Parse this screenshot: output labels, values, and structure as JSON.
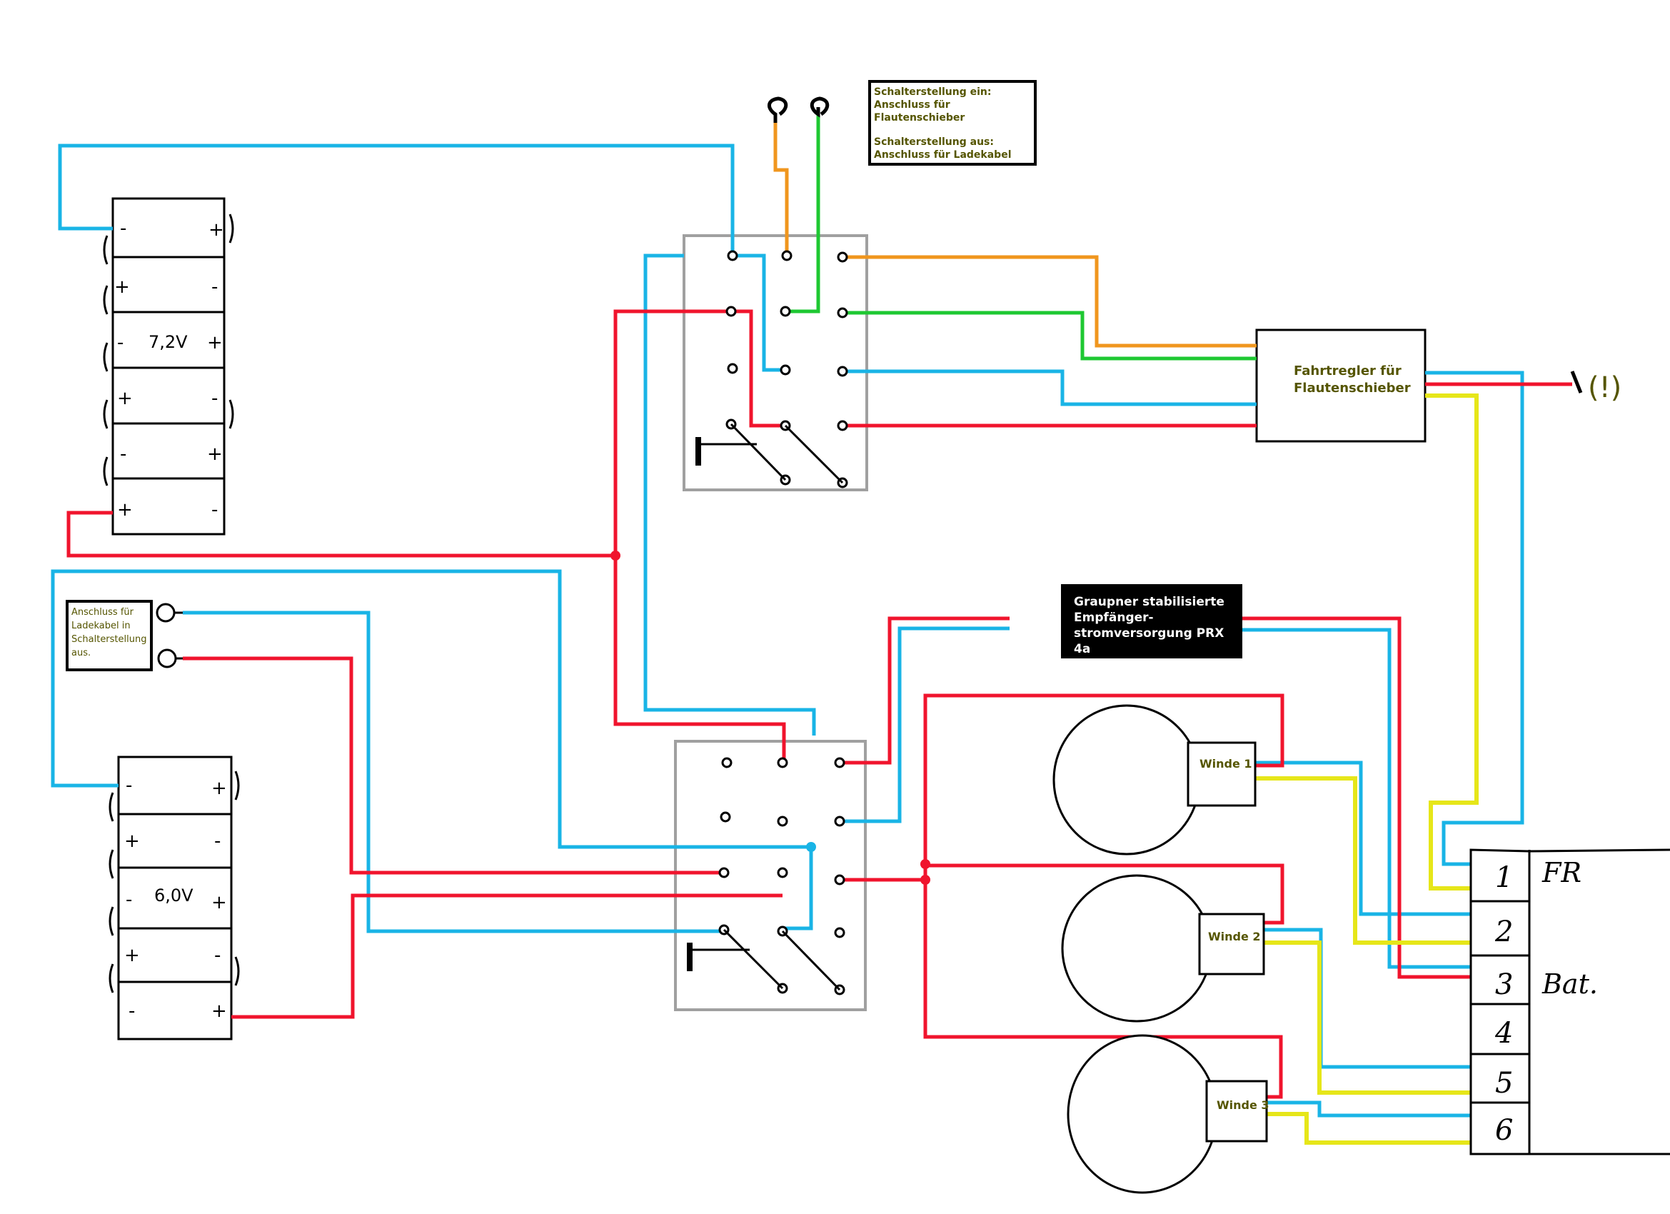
{
  "colors": {
    "blue": "#19b4e6",
    "red": "#f0142d",
    "green": "#1ec832",
    "orange": "#f0961e",
    "yellow": "#e6e619",
    "gray": "#a0a0a0",
    "black": "#000000"
  },
  "batteries": {
    "top": {
      "voltage": "7,2V"
    },
    "bottom": {
      "voltage": "6,0V"
    }
  },
  "notes": {
    "switch_position": {
      "on_title": "Schalterstellung ein:",
      "on_text": "Anschluss für Flautenschieber",
      "off_title": "Schalterstellung aus:",
      "off_text": "Anschluss für Ladekabel"
    },
    "charge": {
      "line1": "Anschluss für",
      "line2": "Ladekabel in",
      "line3": "Schalterstellung",
      "line4": "aus."
    }
  },
  "esc": {
    "line1": "Fahrtregler für",
    "line2": "Flautenschieber"
  },
  "power_supply": {
    "line1": "Graupner stabilisierte",
    "line2": "Empfänger-",
    "line3": "stromversorgung PRX 4a"
  },
  "winches": [
    "Winde 1",
    "Winde 2",
    "Winde 3"
  ],
  "warning": "(!)",
  "receiver": {
    "channels": [
      "1",
      "2",
      "3",
      "4",
      "5",
      "6"
    ],
    "label_fr": "FR",
    "label_bat": "Bat."
  }
}
